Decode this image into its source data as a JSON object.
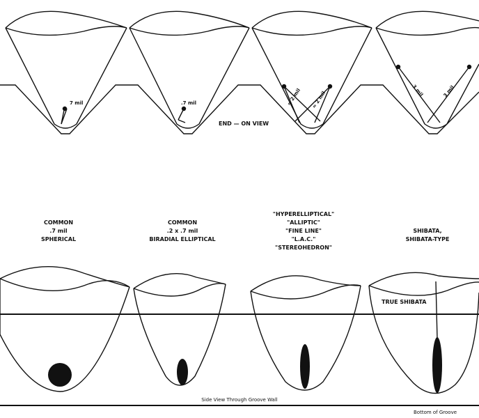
{
  "top_labels": {
    "stylus1_radius": "7 mil",
    "stylus2_radius": ".7 mil",
    "stylus3_radius_left": "≈ 2 mil",
    "stylus3_radius_right": "≈ 2 mil",
    "stylus4_radius_left": "3 mil",
    "stylus4_radius_right": "3 mil",
    "view_caption": "END — ON VIEW"
  },
  "middle_labels": {
    "type1": [
      "COMMON",
      ".7 mil",
      "SPHERICAL"
    ],
    "type2": [
      "COMMON",
      ".2 x .7 mil",
      "BIRADIAL ELLIPTICAL"
    ],
    "type3": [
      "\"HYPERELLIPTICAL\"",
      "\"ALLIPTIC\"",
      "\"FINE LINE\"",
      "\"L.A.C.\"",
      "\"STEREOHEDRON\""
    ],
    "type4": [
      "SHIBATA,",
      "SHIBATA-TYPE"
    ]
  },
  "bottom_labels": {
    "true_shibata": "TRUE SHIBATA",
    "side_view_caption": "Side View Through Groove Wall",
    "bottom_of_groove": "Bottom of Groove"
  },
  "colors": {
    "ink": "#111111",
    "paper": "#ffffff"
  }
}
